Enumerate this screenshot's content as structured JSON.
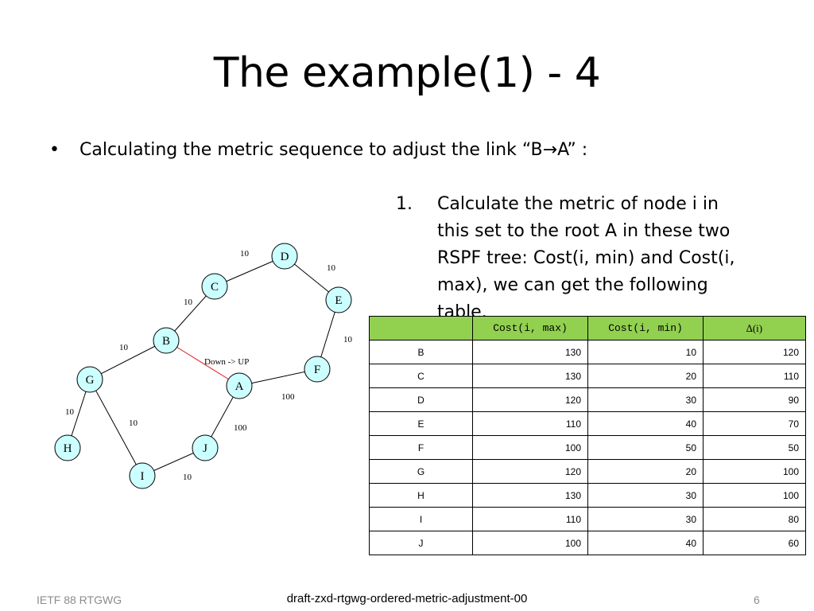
{
  "title": "The example(1) - 4",
  "bullet": {
    "symbol": "•",
    "text": "Calculating the metric sequence to adjust the link “B→A” :"
  },
  "step": {
    "number": "1.",
    "text": "Calculate the metric of node i in this set to the root A in these two RSPF tree: Cost(i, min) and Cost(i, max), we can get the following table."
  },
  "graph": {
    "nodes": [
      {
        "id": "A",
        "label": "A"
      },
      {
        "id": "B",
        "label": "B"
      },
      {
        "id": "C",
        "label": "C"
      },
      {
        "id": "D",
        "label": "D"
      },
      {
        "id": "E",
        "label": "E"
      },
      {
        "id": "F",
        "label": "F"
      },
      {
        "id": "G",
        "label": "G"
      },
      {
        "id": "H",
        "label": "H"
      },
      {
        "id": "I",
        "label": "I"
      },
      {
        "id": "J",
        "label": "J"
      }
    ],
    "edges": [
      {
        "from": "C",
        "to": "D",
        "label": "10"
      },
      {
        "from": "D",
        "to": "E",
        "label": "10"
      },
      {
        "from": "B",
        "to": "C",
        "label": "10"
      },
      {
        "from": "E",
        "to": "F",
        "label": "10"
      },
      {
        "from": "G",
        "to": "B",
        "label": "10"
      },
      {
        "from": "B",
        "to": "A",
        "label": "Down -> UP",
        "color": "#e02020"
      },
      {
        "from": "A",
        "to": "F",
        "label": "100"
      },
      {
        "from": "G",
        "to": "H",
        "label": "10"
      },
      {
        "from": "G",
        "to": "I",
        "label": "10"
      },
      {
        "from": "A",
        "to": "J",
        "label": "100"
      },
      {
        "from": "I",
        "to": "J",
        "label": "10"
      }
    ],
    "node_fill": "#ccffff",
    "edge_color": "#000000"
  },
  "table": {
    "header_color": "#92d050",
    "headers": [
      "",
      "Cost(i, max)",
      "Cost(i, min)",
      "∆(i)"
    ],
    "rows": [
      [
        "B",
        "130",
        "10",
        "120"
      ],
      [
        "C",
        "130",
        "20",
        "110"
      ],
      [
        "D",
        "120",
        "30",
        "90"
      ],
      [
        "E",
        "110",
        "40",
        "70"
      ],
      [
        "F",
        "100",
        "50",
        "50"
      ],
      [
        "G",
        "120",
        "20",
        "100"
      ],
      [
        "H",
        "130",
        "30",
        "100"
      ],
      [
        "I",
        "110",
        "30",
        "80"
      ],
      [
        "J",
        "100",
        "40",
        "60"
      ]
    ]
  },
  "footer": {
    "left": "IETF 88 RTGWG",
    "center": "draft-zxd-rtgwg-ordered-metric-adjustment-00",
    "right": "6"
  }
}
